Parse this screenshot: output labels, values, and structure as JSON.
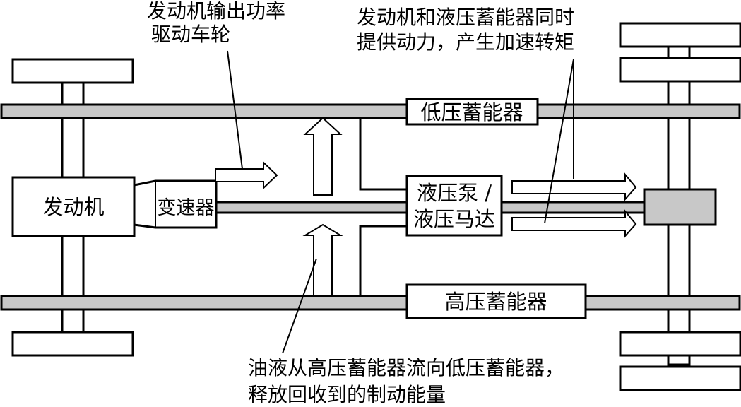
{
  "labels": {
    "engine": "发动机",
    "transmission": "变速器",
    "low_accumulator": "低压蓄能器",
    "high_accumulator": "高压蓄能器",
    "pump_line1": "液压泵 /",
    "pump_line2": "液压马达"
  },
  "notes": {
    "engine_power_line1": "发动机输出功率",
    "engine_power_line2": "驱动车轮",
    "combined_line1": "发动机和液压蓄能器同时",
    "combined_line2": "提供动力，产生加速转矩",
    "regen_line1": "油液从高压蓄能器流向低压蓄能器，",
    "regen_line2": "释放回收到的制动能量"
  },
  "colors": {
    "component_fill": "#c8c8c8",
    "outline": "#000000",
    "background": "#ffffff"
  }
}
